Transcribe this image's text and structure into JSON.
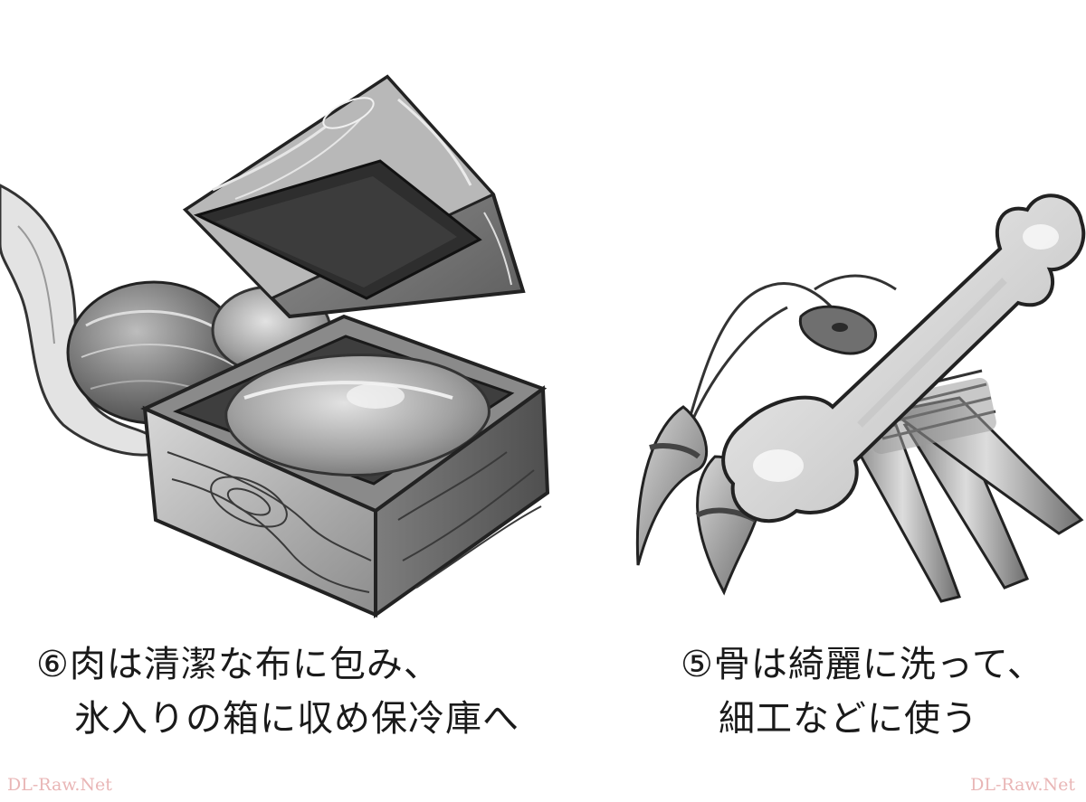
{
  "left_caption": {
    "line1": "⑥肉は清潔な布に包み、",
    "line2": "氷入りの箱に収め保冷庫へ"
  },
  "right_caption": {
    "line1": "⑤骨は綺麗に洗って、",
    "line2": "細工などに使う"
  },
  "watermark": {
    "left": "DL-Raw.Net",
    "right": "DL-Raw.Net"
  }
}
